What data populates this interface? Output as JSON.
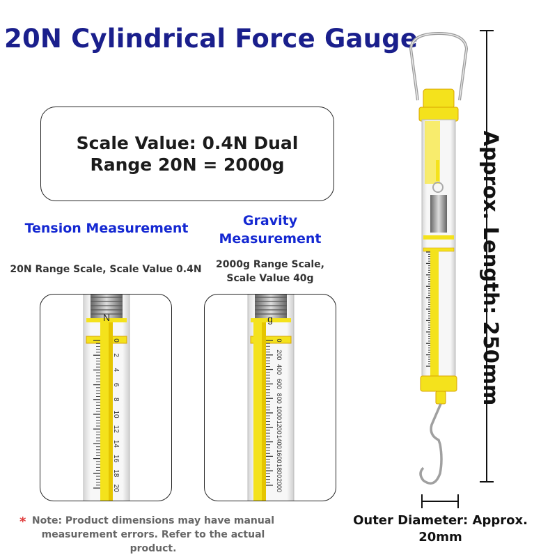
{
  "title": "20N Cylindrical Force Gauge",
  "spec": {
    "line1": "Scale Value: 0.4N Dual",
    "line2": "Range 20N = 2000g"
  },
  "tension": {
    "heading": "Tension Measurement",
    "caption": "20N Range Scale, Scale Value 0.4N"
  },
  "gravity": {
    "heading_line1": "Gravity",
    "heading_line2": "Measurement",
    "caption_line1": "2000g Range Scale,",
    "caption_line2": "Scale Value 40g"
  },
  "scales": {
    "newton_unit": "N",
    "newton_ticks": [
      "0",
      "2",
      "4",
      "6",
      "8",
      "10",
      "12",
      "14",
      "16",
      "18",
      "20"
    ],
    "gram_unit": "g",
    "gram_ticks": [
      "0",
      "200",
      "400",
      "600",
      "800",
      "1000",
      "1200",
      "1400",
      "1600",
      "1800",
      "2000"
    ]
  },
  "note": {
    "symbol": "*",
    "text": "Note: Product dimensions may have manual measurement errors. Refer to the actual product."
  },
  "dimensions": {
    "length": "Approx. Length: 250mm",
    "diameter": "Outer Diameter: Approx. 20mm"
  },
  "colors": {
    "title": "#1a1f8c",
    "heading": "#1428d2",
    "yellow": "#f4e21c",
    "note_star": "#e03a3a"
  }
}
